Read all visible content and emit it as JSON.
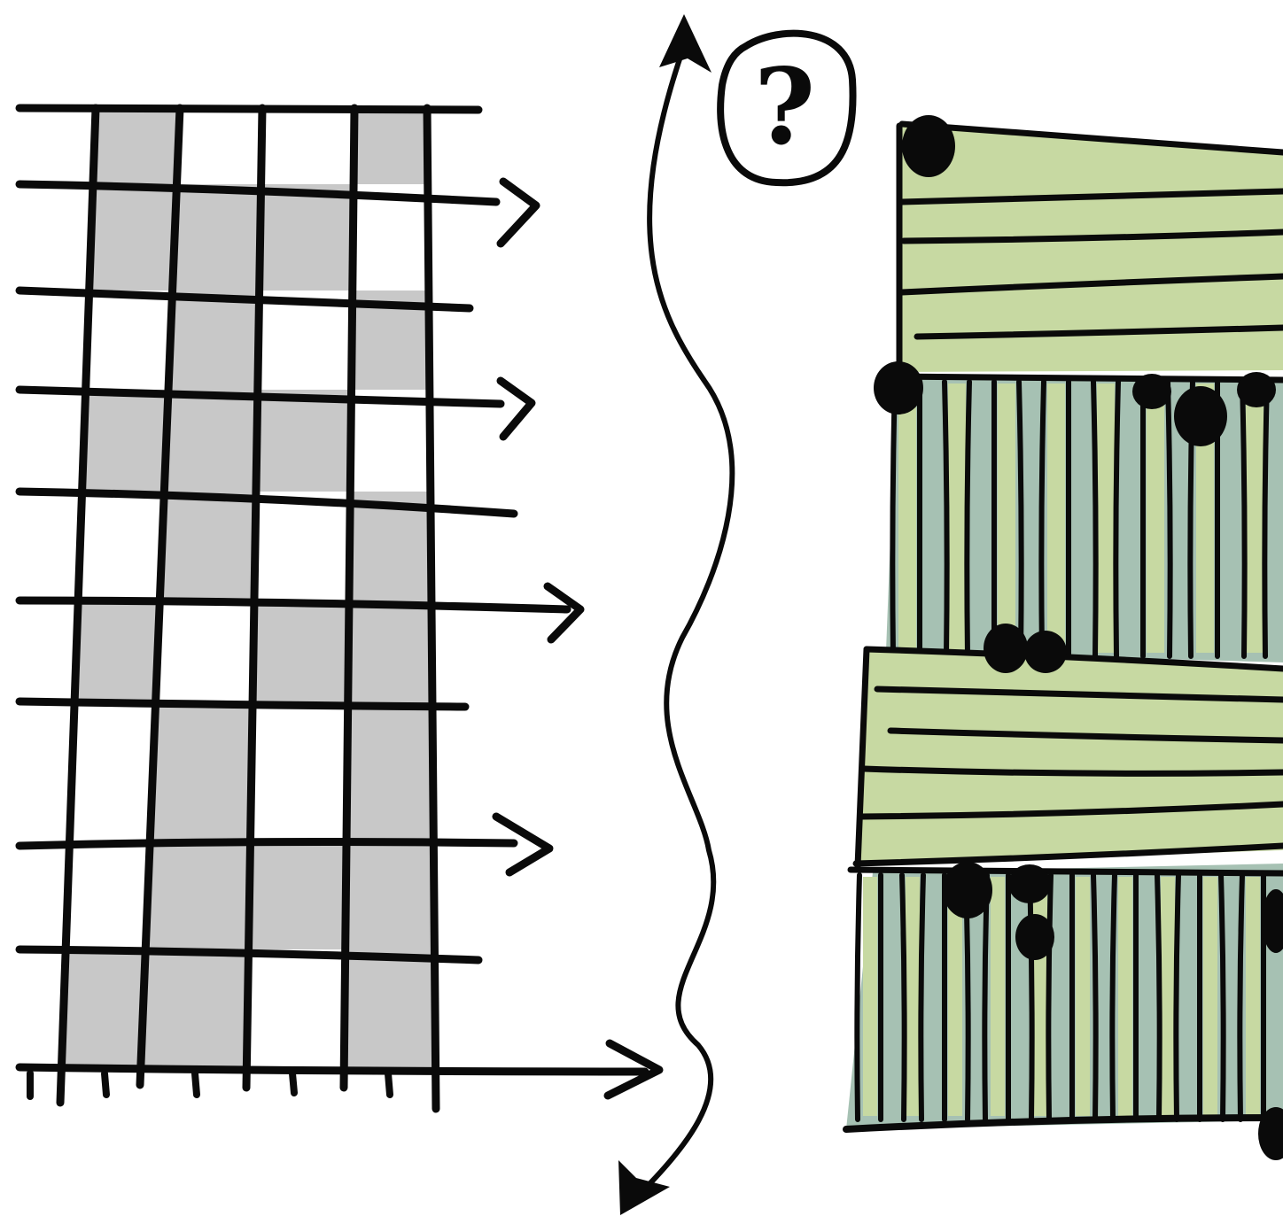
{
  "colors": {
    "ink": "#0a0a0a",
    "background": "#ffffff",
    "grid_fill": "#c8c8c8",
    "light_green": "#c7d9a2",
    "blue_green": "#a6c1b3"
  },
  "question_badge": {
    "symbol": "?"
  },
  "grid": {
    "shading_pattern": [
      [
        1,
        0,
        0,
        1
      ],
      [
        1,
        1,
        1,
        0
      ],
      [
        0,
        1,
        0,
        1
      ],
      [
        1,
        1,
        1,
        0
      ],
      [
        0,
        1,
        0,
        1
      ],
      [
        1,
        0,
        1,
        1
      ],
      [
        0,
        1,
        0,
        1
      ],
      [
        0,
        1,
        1,
        1
      ],
      [
        1,
        1,
        0,
        1
      ]
    ]
  },
  "icons": {
    "arrows": "right-arrow-icon",
    "double_arrow": "wavy-double-arrow-icon",
    "badge": "question-bubble-icon"
  }
}
